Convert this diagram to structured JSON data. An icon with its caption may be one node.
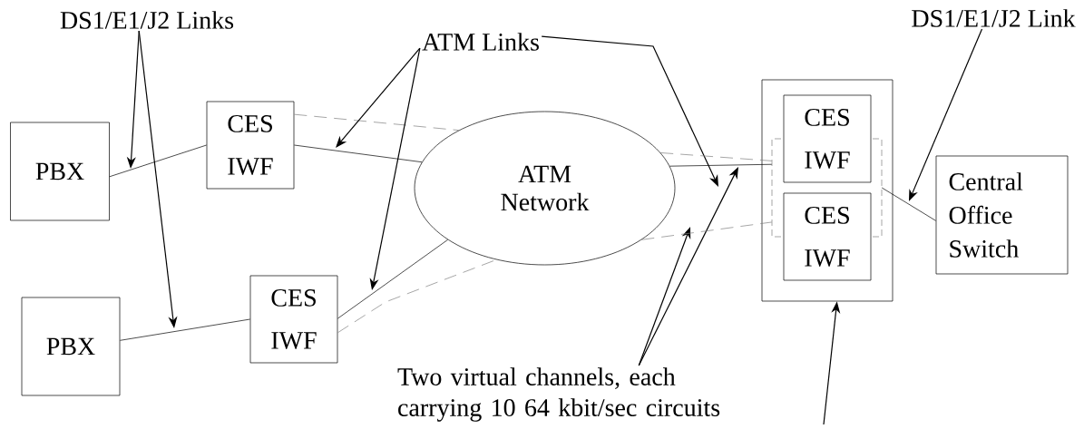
{
  "diagram": {
    "nodes": [
      {
        "text": [
          "DS1/E1/J2 Links"
        ]
      },
      {
        "text": [
          "ATM Links"
        ]
      },
      {
        "text": [
          "DS1/E1/J2 Link"
        ]
      },
      {
        "text": [
          "PBX"
        ]
      },
      {
        "text": [
          "CES IWF"
        ]
      },
      {
        "text": [
          "ATM Network"
        ]
      },
      {
        "text": [
          "PBX"
        ]
      },
      {
        "text": [
          "CES IWF"
        ]
      },
      {
        "text": [],
        "shape": "box"
      },
      {
        "text": [
          "CES IWF"
        ],
        "in": 8
      },
      {
        "text": [
          "CES IWF"
        ],
        "in": 8
      },
      {
        "text": [],
        "shape": "bracket",
        "in": 8
      },
      {
        "text": [
          "Central Office Switch"
        ]
      },
      {
        "text": [
          "Two virtual channels, each carrying 10 64 kbit/sec circuits"
        ]
      }
    ],
    "edges": [
      {
        "from": 3,
        "to": 4,
        "arrow": "none"
      },
      {
        "from": 4,
        "to": 5,
        "arrow": "none"
      },
      {
        "from": 6,
        "to": 7,
        "arrow": "none"
      },
      {
        "from": 7,
        "to": 5,
        "arrow": "none"
      },
      {
        "from": 5,
        "to": 11,
        "arrow": "none"
      },
      {
        "from": 11,
        "to": 12,
        "arrow": "none"
      },
      {
        "from": 4,
        "to": 5,
        "arrow": "none",
        "style": "dashed",
        "color": "#808080"
      },
      {
        "from": 7,
        "to": 5,
        "arrow": "none",
        "style": "dashed",
        "color": "#808080"
      },
      {
        "from": 0,
        "to": null,
        "arrow": "to"
      },
      {
        "from": 0,
        "to": null,
        "arrow": "to"
      },
      {
        "from": 1,
        "to": null,
        "arrow": "to"
      },
      {
        "from": 1,
        "to": null,
        "arrow": "to"
      },
      {
        "from": 1,
        "to": null,
        "arrow": "to"
      },
      {
        "from": 2,
        "to": null,
        "arrow": "to"
      },
      {
        "from": 13,
        "to": null,
        "arrow": "to"
      },
      {
        "from": 13,
        "to": null,
        "arrow": "to"
      },
      {
        "from": null,
        "to": 8,
        "arrow": "to"
      },
      {
        "from": 5,
        "to": 11,
        "arrow": "none",
        "style": "dashed",
        "color": "#808080"
      },
      {
        "from": 5,
        "to": 11,
        "arrow": "none",
        "style": "dashed",
        "color": "#808080"
      }
    ]
  }
}
